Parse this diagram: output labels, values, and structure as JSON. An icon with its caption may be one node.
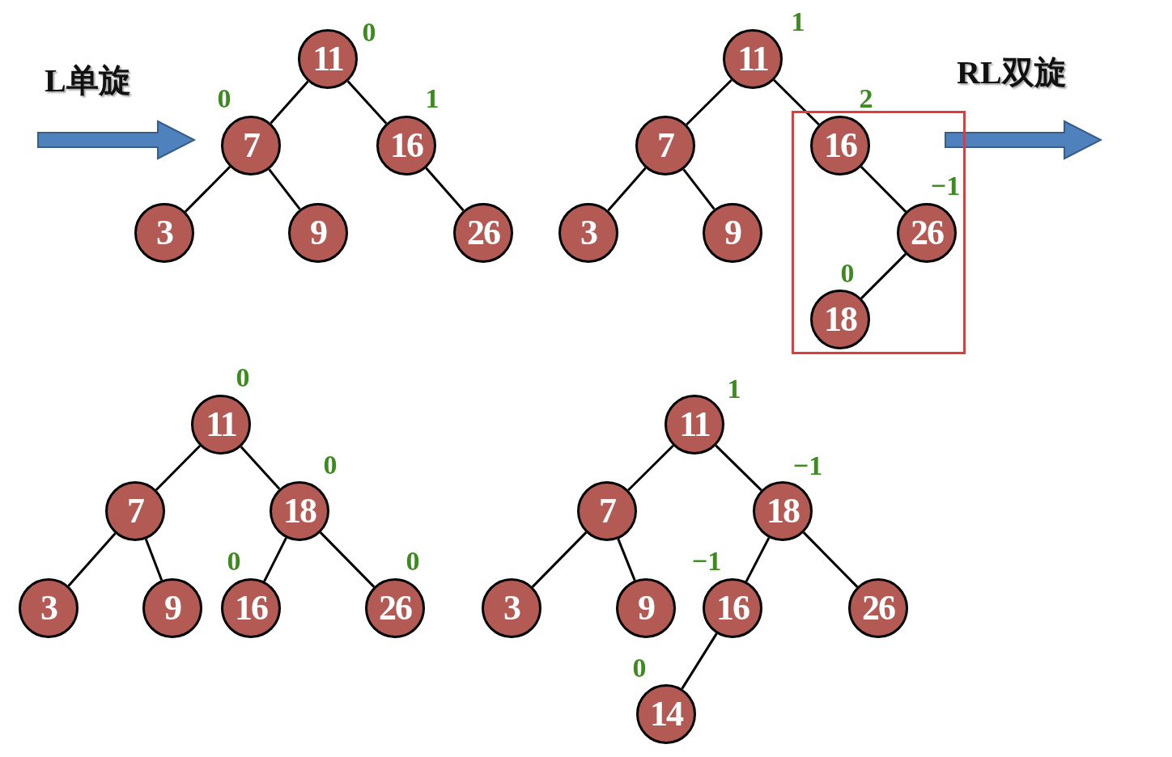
{
  "diagram": {
    "nodes": [
      {
        "text": [
          "11"
        ],
        "beside": [
          "0"
        ]
      },
      {
        "text": [
          "7"
        ],
        "beside": [
          "0"
        ]
      },
      {
        "text": [
          "16"
        ],
        "beside": [
          "1"
        ]
      },
      {
        "text": [
          "3"
        ]
      },
      {
        "text": [
          "9"
        ]
      },
      {
        "text": [
          "26"
        ]
      },
      {
        "text": [
          "11"
        ],
        "beside": [
          "1"
        ]
      },
      {
        "text": [
          "7"
        ]
      },
      {
        "text": [],
        "shape": "box"
      },
      {
        "text": [
          "16"
        ],
        "beside": [
          "2"
        ],
        "in": 8
      },
      {
        "text": [
          "3"
        ]
      },
      {
        "text": [
          "9"
        ]
      },
      {
        "text": [
          "26"
        ],
        "beside": [
          "−1"
        ],
        "in": 8
      },
      {
        "text": [
          "18"
        ],
        "beside": [
          "0"
        ],
        "in": 8
      },
      {
        "text": [
          "11"
        ],
        "beside": [
          "0"
        ]
      },
      {
        "text": [
          "7"
        ]
      },
      {
        "text": [
          "18"
        ],
        "beside": [
          "0"
        ]
      },
      {
        "text": [
          "3"
        ]
      },
      {
        "text": [
          "9"
        ]
      },
      {
        "text": [
          "16"
        ],
        "beside": [
          "0"
        ]
      },
      {
        "text": [
          "26"
        ],
        "beside": [
          "0"
        ]
      },
      {
        "text": [
          "11"
        ],
        "beside": [
          "1"
        ]
      },
      {
        "text": [
          "7"
        ]
      },
      {
        "text": [
          "18"
        ],
        "beside": [
          "−1"
        ]
      },
      {
        "text": [
          "3"
        ]
      },
      {
        "text": [
          "9"
        ]
      },
      {
        "text": [
          "16"
        ],
        "beside": [
          "−1"
        ]
      },
      {
        "text": [
          "26"
        ]
      },
      {
        "text": [
          "14"
        ],
        "beside": [
          "0"
        ]
      }
    ],
    "edges": [
      {
        "from": 0,
        "to": 1,
        "arrow": "none"
      },
      {
        "from": 0,
        "to": 2,
        "arrow": "none"
      },
      {
        "from": 1,
        "to": 3,
        "arrow": "none"
      },
      {
        "from": 1,
        "to": 4,
        "arrow": "none"
      },
      {
        "from": 2,
        "to": 5,
        "arrow": "none"
      },
      {
        "from": 6,
        "to": 7,
        "arrow": "none"
      },
      {
        "from": 6,
        "to": 9,
        "arrow": "none"
      },
      {
        "from": 7,
        "to": 10,
        "arrow": "none"
      },
      {
        "from": 7,
        "to": 11,
        "arrow": "none"
      },
      {
        "from": 9,
        "to": 12,
        "arrow": "none"
      },
      {
        "from": 12,
        "to": 13,
        "arrow": "none"
      },
      {
        "from": 14,
        "to": 15,
        "arrow": "none"
      },
      {
        "from": 14,
        "to": 16,
        "arrow": "none"
      },
      {
        "from": 15,
        "to": 17,
        "arrow": "none"
      },
      {
        "from": 15,
        "to": 18,
        "arrow": "none"
      },
      {
        "from": 16,
        "to": 19,
        "arrow": "none"
      },
      {
        "from": 16,
        "to": 20,
        "arrow": "none"
      },
      {
        "from": 21,
        "to": 22,
        "arrow": "none"
      },
      {
        "from": 21,
        "to": 23,
        "arrow": "none"
      },
      {
        "from": 22,
        "to": 24,
        "arrow": "none"
      },
      {
        "from": 22,
        "to": 25,
        "arrow": "none"
      },
      {
        "from": 23,
        "to": 26,
        "arrow": "none"
      },
      {
        "from": 23,
        "to": 27,
        "arrow": "none"
      },
      {
        "from": 26,
        "to": 28,
        "arrow": "none"
      }
    ],
    "labels": [
      "L单旋",
      "RL双旋"
    ]
  }
}
